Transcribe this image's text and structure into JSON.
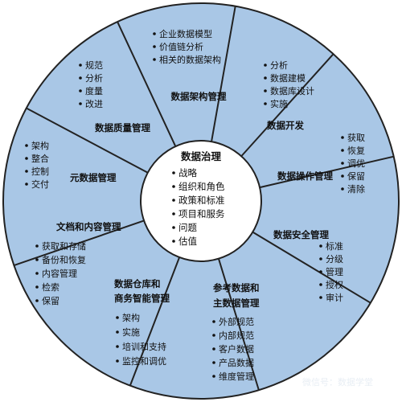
{
  "center": {
    "title": "数据治理",
    "items": [
      "战略",
      "组织和角色",
      "政策和标准",
      "项目和服务",
      "问题",
      "估值"
    ]
  },
  "sectors": [
    {
      "id": "architecture",
      "title": [
        "数据架构管理"
      ],
      "items": [
        "企业数据模型",
        "价值链分析",
        "相关的数据架构"
      ]
    },
    {
      "id": "development",
      "title": [
        "数据开发"
      ],
      "items": [
        "分析",
        "数据建模",
        "数据库设计",
        "实施"
      ]
    },
    {
      "id": "operations",
      "title": [
        "数据操作管理"
      ],
      "items": [
        "获取",
        "恢复",
        "调优",
        "保留",
        "清除"
      ]
    },
    {
      "id": "security",
      "title": [
        "数据安全管理"
      ],
      "items": [
        "标准",
        "分级",
        "管理",
        "授权",
        "审计"
      ]
    },
    {
      "id": "reference",
      "title": [
        "参考数据和",
        "主数据管理"
      ],
      "items": [
        "外部规范",
        "内部规范",
        "客户数据",
        "产品数据",
        "维度管理"
      ]
    },
    {
      "id": "warehouse",
      "title": [
        "数据仓库和",
        "商务智能管理"
      ],
      "items": [
        "架构",
        "实施",
        "培训和支持",
        "监控和调优"
      ]
    },
    {
      "id": "documents",
      "title": [
        "文档和内容管理"
      ],
      "items": [
        "获取和存储",
        "备份和恢复",
        "内容管理",
        "检索",
        "保留"
      ]
    },
    {
      "id": "metadata",
      "title": [
        "元数据管理"
      ],
      "items": [
        "架构",
        "整合",
        "控制",
        "交付"
      ]
    },
    {
      "id": "quality",
      "title": [
        "数据质量管理"
      ],
      "items": [
        "规范",
        "分析",
        "度量",
        "改进"
      ]
    }
  ],
  "watermark": "微信号：数据学堂",
  "colors": {
    "fill": "#a9c7e6",
    "stroke": "#222222",
    "center_fill": "#ffffff"
  }
}
